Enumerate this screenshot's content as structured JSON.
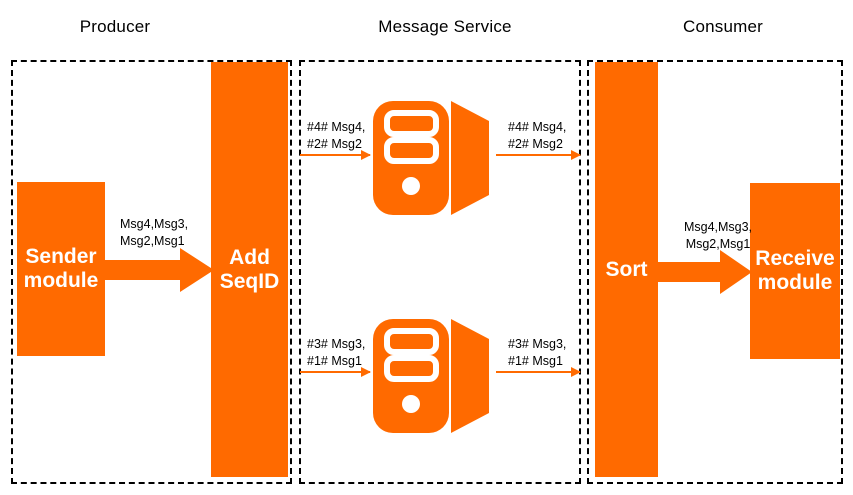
{
  "diagram": {
    "title_producer": "Producer",
    "title_message_service": "Message Service",
    "title_consumer": "Consumer",
    "accent_color": "#FF6A00",
    "border_color": "#000000",
    "zones": [
      {
        "name": "producer",
        "label": "Producer"
      },
      {
        "name": "message-service",
        "label": "Message Service"
      },
      {
        "name": "consumer",
        "label": "Consumer"
      }
    ],
    "boxes": {
      "sender_module": "Sender\nmodule",
      "add_seqid": "Add\nSeqID",
      "sort": "Sort",
      "receive_module": "Receive\nmodule"
    },
    "flows": {
      "sender_to_addseqid": "Msg4,Msg3,\nMsg2,Msg1",
      "addseqid_to_server_top": "#4# Msg4,\n#2# Msg2",
      "server_top_to_sort": "#4# Msg4,\n#2# Msg2",
      "addseqid_to_server_bottom": "#3# Msg3,\n#1# Msg1",
      "server_bottom_to_sort": "#3# Msg3,\n#1# Msg1",
      "sort_to_receive": "Msg4,Msg3,\nMsg2,Msg1"
    },
    "icons": {
      "server_top": "server-icon",
      "server_bottom": "server-icon"
    }
  }
}
